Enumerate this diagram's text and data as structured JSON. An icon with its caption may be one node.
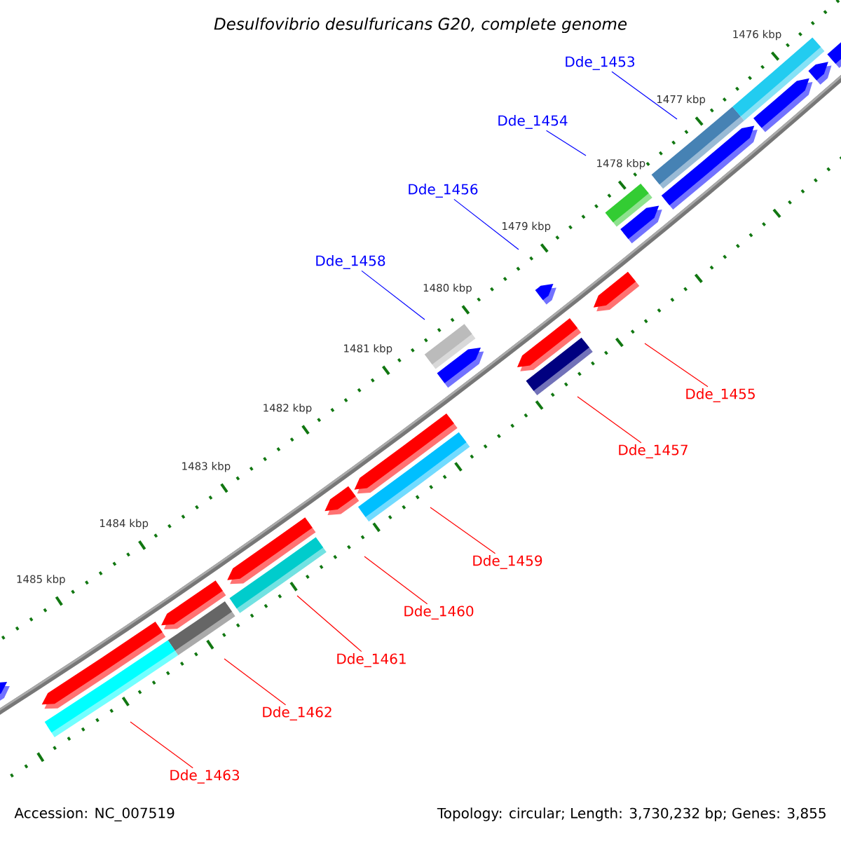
{
  "diagram": {
    "title": "Desulfovibrio desulfuricans G20, complete genome",
    "nodes": [
      {
        "text": [
          "Dde_1453"
        ]
      },
      {
        "text": [
          "Dde_1454"
        ]
      },
      {
        "text": [
          "Dde_1456"
        ]
      },
      {
        "text": [
          "Dde_1458"
        ]
      },
      {
        "text": [
          "Dde_1455"
        ]
      },
      {
        "text": [
          "Dde_1457"
        ]
      },
      {
        "text": [
          "Dde_1459"
        ]
      },
      {
        "text": [
          "Dde_1460"
        ]
      },
      {
        "text": [
          "Dde_1461"
        ]
      },
      {
        "text": [
          "Dde_1462"
        ]
      },
      {
        "text": [
          "Dde_1463"
        ]
      }
    ],
    "edges": [
      {
        "from": 0,
        "to": null,
        "arrow": "none",
        "color": "#0000ff"
      },
      {
        "from": 1,
        "to": null,
        "arrow": "none",
        "color": "#0000ff"
      },
      {
        "from": 2,
        "to": null,
        "arrow": "none",
        "color": "#0000ff"
      },
      {
        "from": 3,
        "to": null,
        "arrow": "none",
        "color": "#0000ff"
      },
      {
        "from": 4,
        "to": null,
        "arrow": "none"
      },
      {
        "from": 5,
        "to": null,
        "arrow": "none"
      },
      {
        "from": 6,
        "to": null,
        "arrow": "none"
      },
      {
        "from": 7,
        "to": null,
        "arrow": "none"
      },
      {
        "from": 8,
        "to": null,
        "arrow": "none"
      },
      {
        "from": 9,
        "to": null,
        "arrow": "none"
      },
      {
        "from": 10,
        "to": null,
        "arrow": "none"
      }
    ],
    "labels": [
      "1476 kbp",
      "1477 kbp",
      "1478 kbp",
      "1479 kbp",
      "1480 kbp",
      "1481 kbp",
      "1482 kbp",
      "1483 kbp",
      "1484 kbp",
      "1485 kbp",
      "Accession: NC_007519",
      "Topology: circular; Length: 3,730,232 bp; Genes: 3,855"
    ]
  }
}
